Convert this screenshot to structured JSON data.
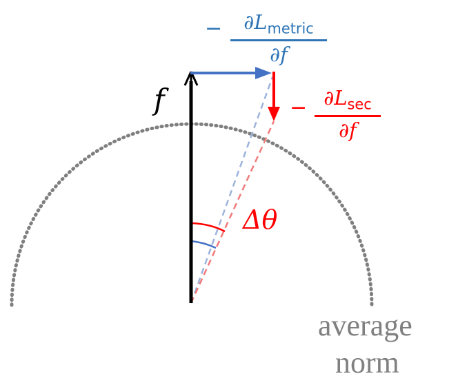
{
  "colors": {
    "metric": "#4472c4",
    "metric_text": "#2e75b6",
    "sec": "#ff0000",
    "feature": "#000000",
    "norm_circle": "#7f7f7f",
    "norm_label": "#808080",
    "metric_dashed": "#9db3dc",
    "sec_dashed": "#f07b7b"
  },
  "labels": {
    "feature": "f",
    "delta_theta": "Δθ",
    "norm_line1": "average",
    "norm_line2": "norm"
  },
  "metric_gradient": {
    "sign": "−",
    "numerator_symbol": "∂L",
    "numerator_subscript": "metric",
    "denominator": "∂f"
  },
  "sec_gradient": {
    "sign": "−",
    "numerator_symbol": "∂L",
    "numerator_subscript": "sec",
    "denominator": "∂f"
  },
  "icons": {
    "feature_arrow": "arrow-up-icon",
    "metric_arrow": "arrow-right-icon",
    "sec_arrow": "arrow-down-icon"
  }
}
